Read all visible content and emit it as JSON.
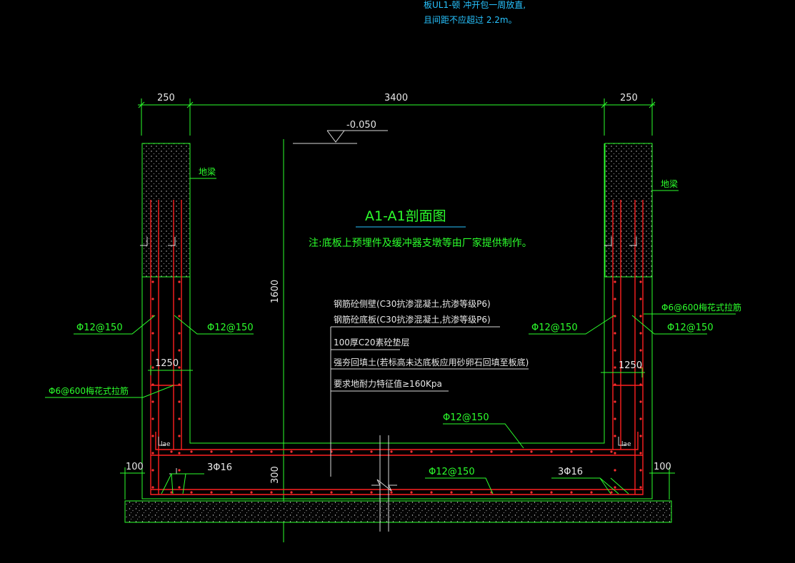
{
  "top_note": {
    "line1": "板UL1-顿 冲开包一周放直,",
    "line2": "且间距不应超过 2.2m。"
  },
  "dimensions": {
    "left_wall": "250",
    "span": "3400",
    "right_wall": "250",
    "height": "1600",
    "slab": "300",
    "cushion": "100",
    "left_haunch": "1250",
    "right_haunch": "1250",
    "left_offset": "100",
    "right_offset": "100"
  },
  "elevation": "-0.050",
  "title": "A1-A1剖面图",
  "note": "注:底板上预埋件及缓冲器支墩等由厂家提供制作。",
  "labels": {
    "ground_beam_left": "地梁",
    "ground_beam_right": "地梁",
    "rebar_wall_left_outer": "Φ12@150",
    "rebar_wall_left_inner": "Φ12@150",
    "rebar_wall_right_inner": "Φ12@150",
    "rebar_wall_right_outer": "Φ12@150",
    "tie_left": "Φ6@600梅花式拉筋",
    "tie_right": "Φ6@600梅花式拉筋",
    "slab_top_rebar": "Φ12@150",
    "slab_bottom_rebar": "Φ12@150",
    "corner_left": "3Φ16",
    "corner_right": "3Φ16",
    "lae": "lae"
  },
  "layers": [
    "钢筋砼侧壁(C30抗渗混凝土,抗渗等级P6)",
    "钢筋砼底板(C30抗渗混凝土,抗渗等级P6)",
    "100厚C20素砼垫层",
    "强夯回填土(若标高未达底板应用砂卵石回填至板底)",
    "要求地耐力特征值≥160Kpa"
  ]
}
